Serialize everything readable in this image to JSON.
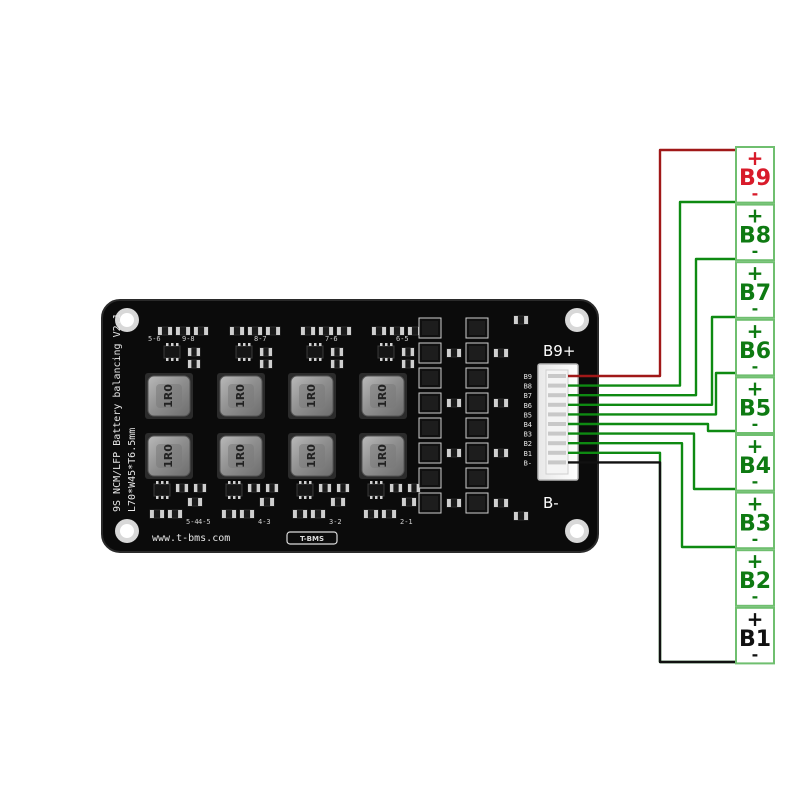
{
  "board": {
    "silkscreen_title": "9S NCM/LFP Battery balancing V2.1",
    "silkscreen_dims": "L70*W45*T6.5mm",
    "website": "www.t-bms.com",
    "logo_text": "T-BMS",
    "inductor_marking": "1R0",
    "pin_labels": [
      "B9",
      "B8",
      "B7",
      "B6",
      "B5",
      "B4",
      "B3",
      "B2",
      "B1",
      "B-"
    ],
    "top_cell_labels": [
      "9-8",
      "8-7",
      "7-6",
      "6-5"
    ],
    "bottom_cell_labels": [
      "5-4",
      "4-3",
      "3-2",
      "2-1"
    ],
    "top_left_mark": "5-6",
    "bottom_left_mark": "4-5",
    "connector_top_label": "B9+",
    "connector_bottom_label": "B-"
  },
  "cells": [
    {
      "label": "B9",
      "plus": "+",
      "minus": "-",
      "color": "#d81b2a"
    },
    {
      "label": "B8",
      "plus": "+",
      "minus": "-",
      "color": "#0e7a12"
    },
    {
      "label": "B7",
      "plus": "+",
      "minus": "-",
      "color": "#0e7a12"
    },
    {
      "label": "B6",
      "plus": "+",
      "minus": "-",
      "color": "#0e7a12"
    },
    {
      "label": "B5",
      "plus": "+",
      "minus": "-",
      "color": "#0e7a12"
    },
    {
      "label": "B4",
      "plus": "+",
      "minus": "-",
      "color": "#0e7a12"
    },
    {
      "label": "B3",
      "plus": "+",
      "minus": "-",
      "color": "#0e7a12"
    },
    {
      "label": "B2",
      "plus": "+",
      "minus": "-",
      "color": "#0e7a12"
    },
    {
      "label": "B1",
      "plus": "+",
      "minus": "-",
      "color": "#111111"
    }
  ],
  "colors": {
    "pcb": "#0b0b0b",
    "wire_positive": "#a01818",
    "wire_balance": "#0e8a12",
    "wire_negative": "#111111",
    "cell_border": "#6fbf6f",
    "pad": "#cfcfcf"
  }
}
